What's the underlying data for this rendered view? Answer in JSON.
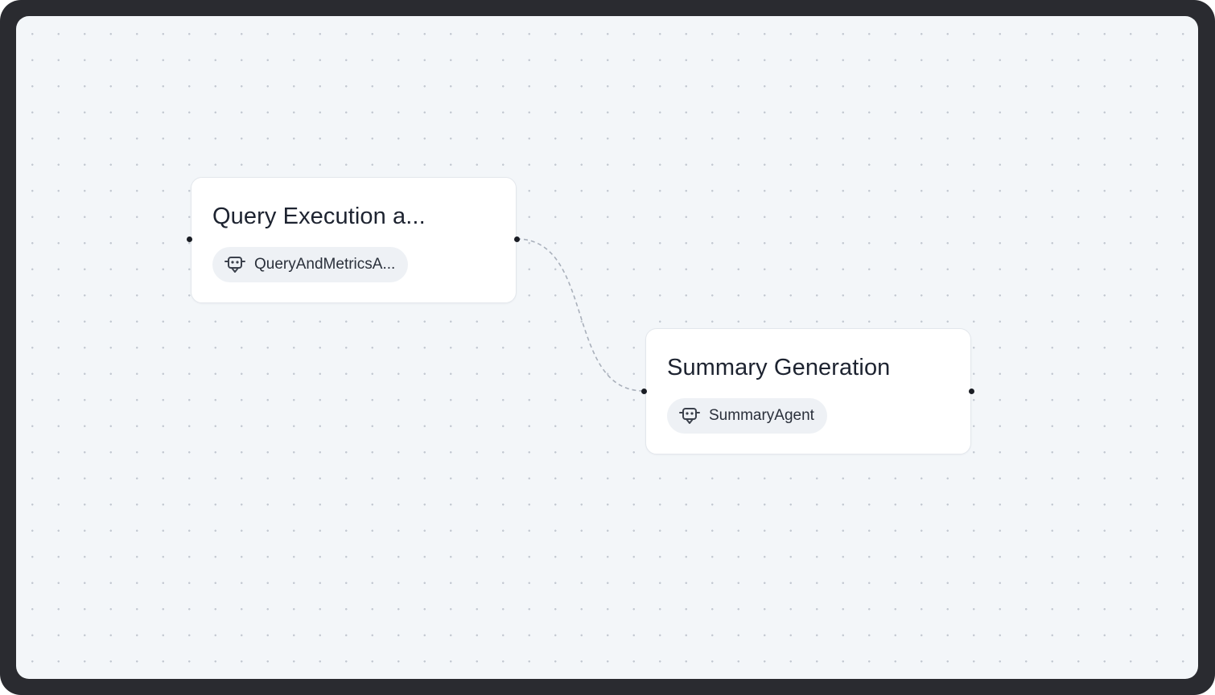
{
  "canvas": {
    "background": "#f3f6f9",
    "dot_color": "#c3c9d2",
    "edge_color": "#a9b0bb"
  },
  "nodes": [
    {
      "title": "Query Execution a...",
      "agent": "QueryAndMetricsA...",
      "agent_icon": "robot-icon"
    },
    {
      "title": "Summary Generation",
      "agent": "SummaryAgent",
      "agent_icon": "robot-icon"
    }
  ]
}
